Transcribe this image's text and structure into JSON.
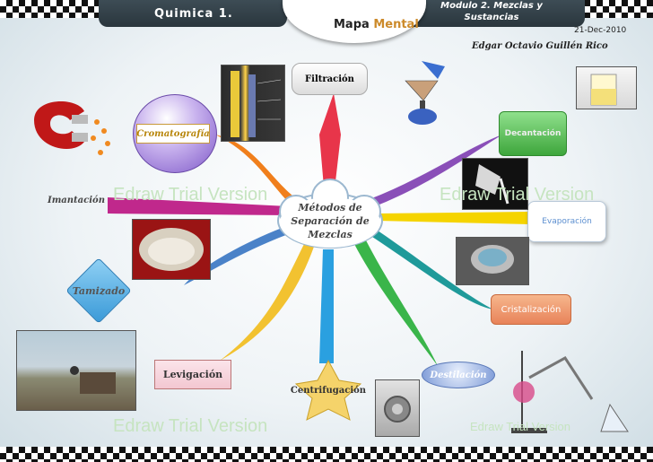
{
  "header": {
    "subject_title": "Quimica 1.",
    "module_title": "Modulo 2. Mezclas y Sustancias",
    "bubble_part1": "Mapa ",
    "bubble_part2": "Mental",
    "date": "21-Dec-2010",
    "author": "Edgar Octavio Guillén Rico"
  },
  "center_topic": {
    "label": "Métodos de Separación de Mezclas"
  },
  "branches": [
    {
      "key": "filtracion",
      "label": "Filtración",
      "color": "#e8354a"
    },
    {
      "key": "cromatografia",
      "label": "Cromatografía",
      "color": "#f07f1c"
    },
    {
      "key": "imantacion",
      "label": "Imantación",
      "color": "#c0288c"
    },
    {
      "key": "tamizado",
      "label": "Tamizado",
      "color": "#4a82c8"
    },
    {
      "key": "levigacion",
      "label": "Levigación",
      "color": "#f2c230"
    },
    {
      "key": "centrifugacion",
      "label": "Centrifugación",
      "color": "#2aa0e0"
    },
    {
      "key": "destilacion",
      "label": "Destilación",
      "color": "#3ab54a"
    },
    {
      "key": "cristalizacion",
      "label": "Cristalización",
      "color": "#1f9a9a"
    },
    {
      "key": "evaporacion",
      "label": "Evaporación",
      "color": "#f5d400"
    },
    {
      "key": "decantacion",
      "label": "Decantación",
      "color": "#8a4fb8"
    }
  ],
  "images": [
    {
      "key": "test-tubes",
      "icon": "chromatography-tubes-photo"
    },
    {
      "key": "filter-funnel",
      "icon": "filter-funnel-illustration"
    },
    {
      "key": "beaker",
      "icon": "beaker-photo"
    },
    {
      "key": "magnet",
      "icon": "magnet-illustration"
    },
    {
      "key": "decant-pour",
      "icon": "pouring-liquid-photo"
    },
    {
      "key": "sieve",
      "icon": "sieve-photo"
    },
    {
      "key": "evaporating-dish",
      "icon": "evaporating-dish-photo"
    },
    {
      "key": "gold-panning",
      "icon": "gold-panning-photo"
    },
    {
      "key": "centrifuge",
      "icon": "centrifuge-photo"
    },
    {
      "key": "distillation",
      "icon": "distillation-apparatus-illustration"
    }
  ],
  "watermarks": [
    "Edraw Trial Version",
    "Edraw Trial Version",
    "Edraw Trial Version",
    "Edraw Trial Version"
  ]
}
